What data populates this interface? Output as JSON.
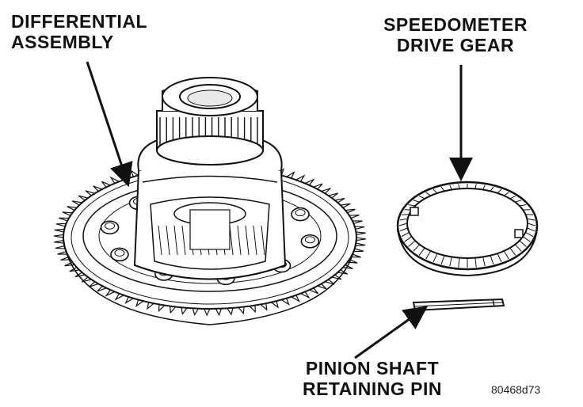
{
  "labels": {
    "differential_line1": "DIFFERENTIAL",
    "differential_line2": "ASSEMBLY",
    "speedometer_line1": "SPEEDOMETER",
    "speedometer_line2": "DRIVE GEAR",
    "pinion_line1": "PINION SHAFT",
    "pinion_line2": "RETAINING PIN"
  },
  "figure_id": "80468d73",
  "colors": {
    "ink": "#111111",
    "paper": "#ffffff"
  }
}
